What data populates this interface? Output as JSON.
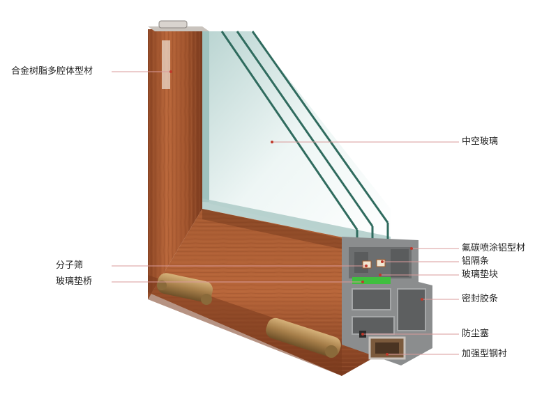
{
  "labels": {
    "resin_profile": "合金树脂多腔体型材",
    "insulating_glass": "中空玻璃",
    "fluorocarbon_profile": "氟碳喷涂铝型材",
    "aluminum_spacer": "铝隔条",
    "glass_block": "玻璃垫块",
    "molecular_sieve": "分子筛",
    "glass_bridge": "玻璃垫桥",
    "seal_strip": "密封胶条",
    "dust_plug": "防尘塞",
    "steel_liner": "加强型钢衬"
  },
  "colors": {
    "wood_light": "#b8663a",
    "wood_mid": "#9a4f2b",
    "wood_dark": "#7a3a1e",
    "leader_line": "#d99a9a",
    "pvc_section": "#7d7f80",
    "gasket_green": "#3fbf3f",
    "glass_tint": "#cfe3e0",
    "hinge_brass": "#a77f4a"
  }
}
